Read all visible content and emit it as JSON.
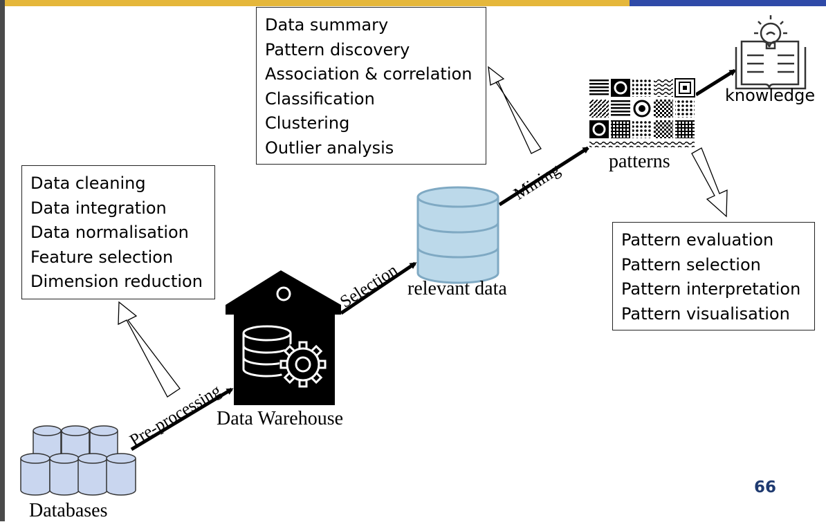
{
  "boxes": {
    "mining_tasks": [
      "Data summary",
      "Pattern discovery",
      "Association & correlation",
      "Classification",
      "Clustering",
      "Outlier analysis"
    ],
    "preprocessing_tasks": [
      "Data cleaning",
      "Data integration",
      "Data normalisation",
      "Feature selection",
      "Dimension reduction"
    ],
    "pattern_tasks": [
      "Pattern evaluation",
      "Pattern selection",
      "Pattern interpretation",
      "Pattern visualisation"
    ]
  },
  "labels": {
    "databases": "Databases",
    "data_warehouse": "Data Warehouse",
    "relevant_data": "relevant data",
    "patterns": "patterns",
    "knowledge": "knowledge",
    "pre_processing": "Pre-processing",
    "selection": "Selection",
    "mining": "Mining"
  },
  "page_number": "66",
  "colors": {
    "top_bar_yellow": "#e5b73b",
    "top_bar_blue": "#2f4aa8",
    "database_fill": "#c9d6ef",
    "relevant_data_fill": "#bcd9ea",
    "page_number": "#1f3a70"
  },
  "icons": [
    "database-stack-icon",
    "data-warehouse-icon",
    "relevant-data-cylinder-icon",
    "patterns-grid-icon",
    "knowledge-book-icon"
  ]
}
